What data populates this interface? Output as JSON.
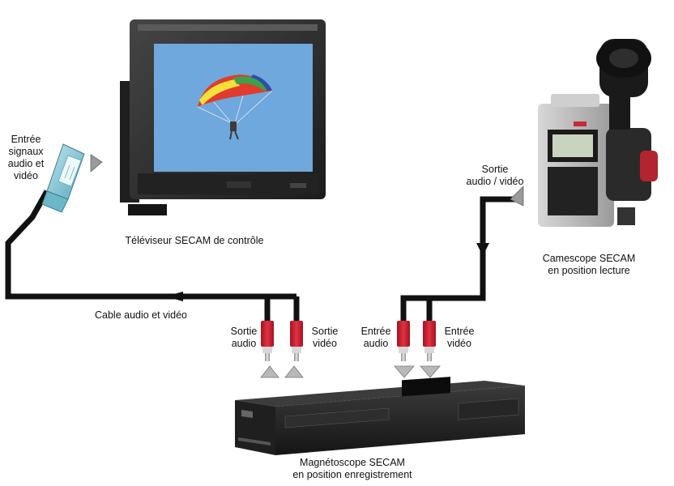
{
  "labels": {
    "tv_input": [
      "Entrée",
      "signaux",
      "audio et",
      "vidéo"
    ],
    "tv_caption": "Téléviseur SECAM de contrôle",
    "camcorder_output": [
      "Sortie",
      "audio / vidéo"
    ],
    "camcorder_caption": [
      "Camescope SECAM",
      "en position lecture"
    ],
    "cable_caption": "Cable audio et vidéo",
    "vcr_out_audio": [
      "Sortie",
      "audio"
    ],
    "vcr_out_video": [
      "Sortie",
      "vidéo"
    ],
    "vcr_in_audio": [
      "Entrée",
      "audio"
    ],
    "vcr_in_video": [
      "Entrée",
      "vidéo"
    ],
    "vcr_caption": [
      "Magnétoscope SECAM",
      "en position enregistrement"
    ]
  },
  "colors": {
    "cable": "#111111",
    "plug_red": "#d6253a",
    "scart_plug": "#7fc7d6",
    "tv_screen": "#6fa8dc",
    "device_body": "#2a2a2a"
  },
  "icons": [
    "scart-plug-icon",
    "rca-plug-icon",
    "direction-arrow-icon",
    "parachute-icon"
  ]
}
